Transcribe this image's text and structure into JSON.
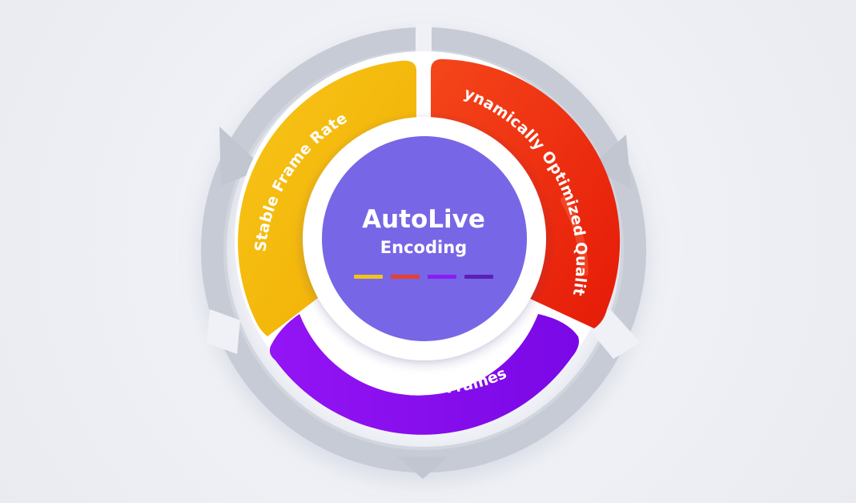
{
  "diagram": {
    "center": {
      "title": "AutoLive",
      "subtitle": "Encoding",
      "bar_colors": [
        "#f2c318",
        "#e8402a",
        "#8a1df2",
        "#5b1fb8"
      ],
      "fill_color": "#7766e6"
    },
    "segments": [
      {
        "id": "stable-frame-rate",
        "label": "Stable Frame Rate",
        "color": "#f5bd0b",
        "color_dark": "#f0a400"
      },
      {
        "id": "dynamically-optimized-quality",
        "label": "Dynamically Optimized Quality",
        "color": "#f03c14",
        "color_dark": "#e81f0a"
      },
      {
        "id": "no-dropped-frames",
        "label": "No dropped Frames",
        "color": "#8b10f2",
        "color_dark": "#7a0ce0"
      }
    ],
    "outer_ring_color": "#c5c9d4",
    "background_color": "#eff1f6"
  }
}
